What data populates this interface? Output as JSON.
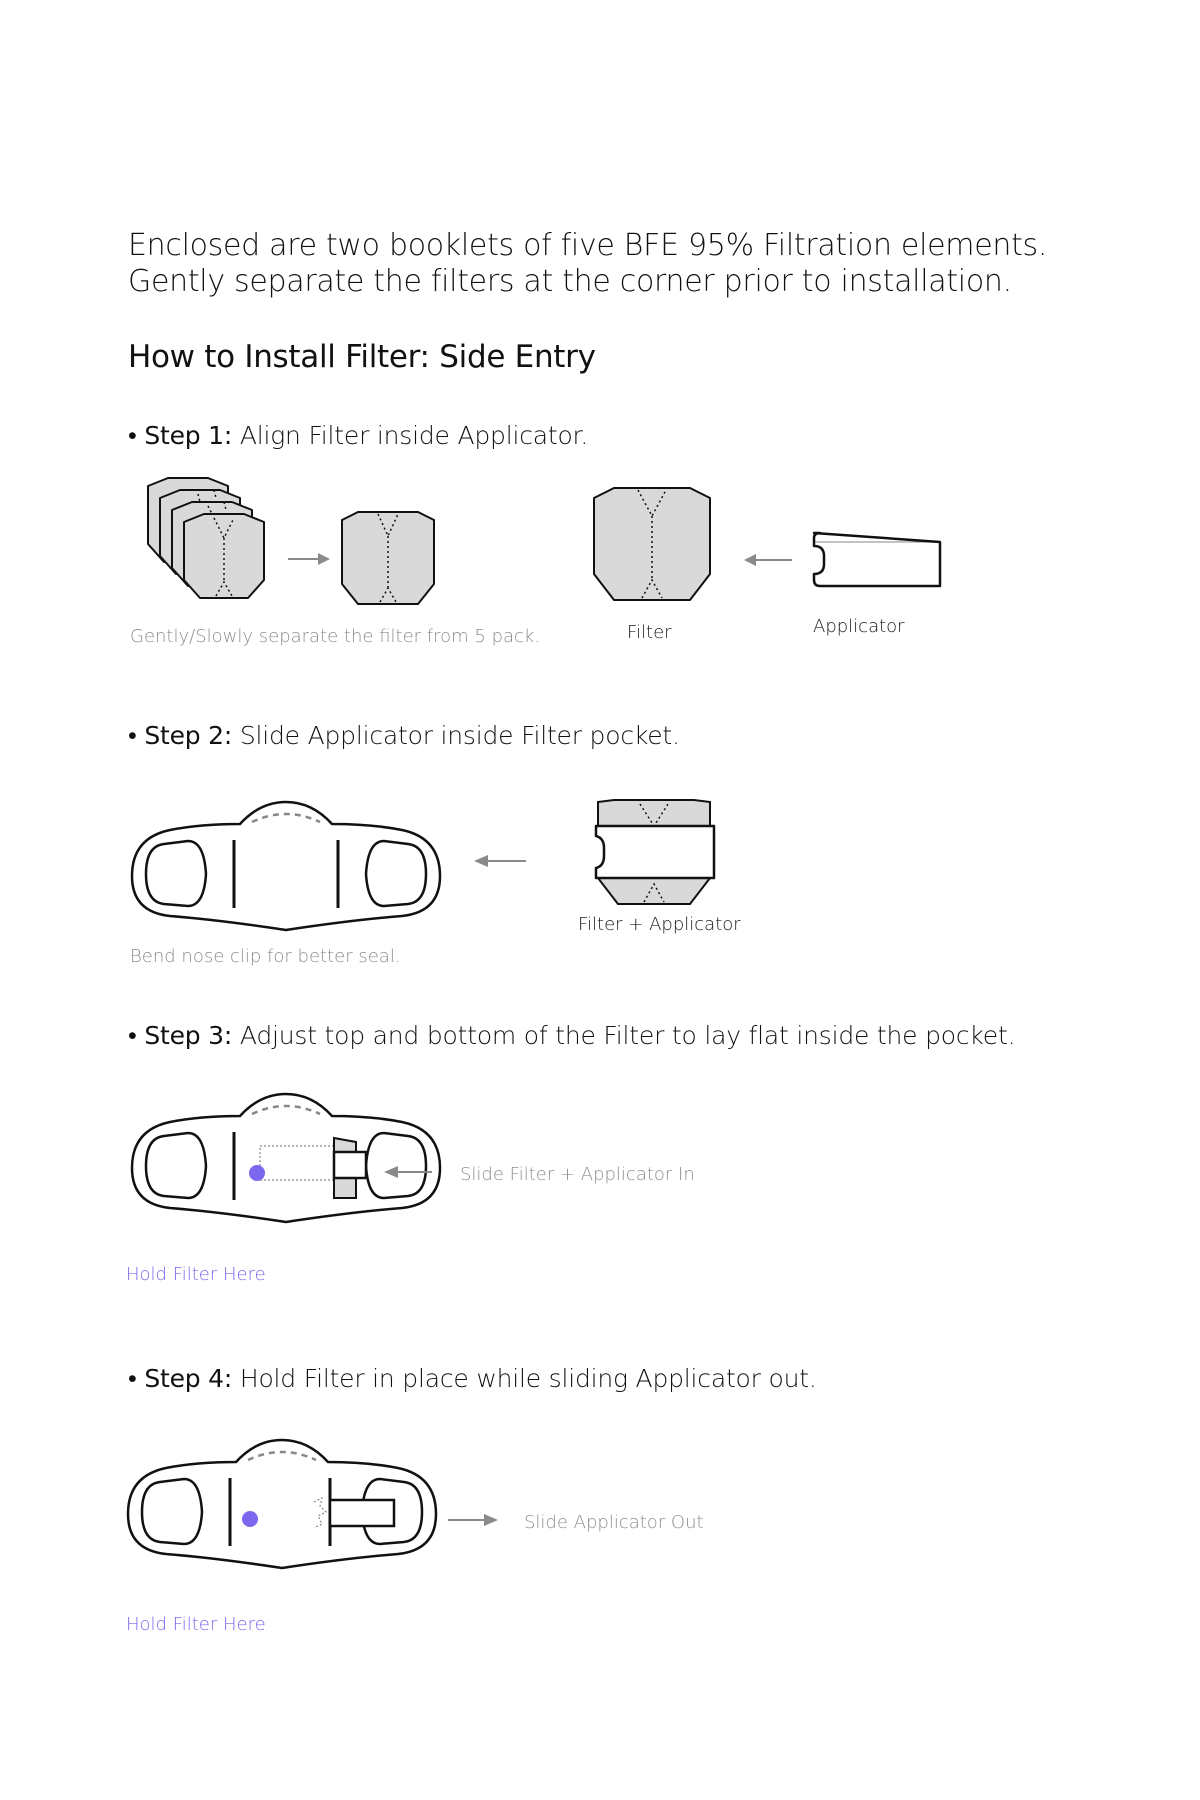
{
  "intro": {
    "line1": "Enclosed are two booklets of five BFE 95% Filtration elements.",
    "line2": "Gently separate the filters at the corner prior to installation."
  },
  "heading": "How to Install Filter: Side Entry",
  "steps": [
    {
      "bullet": "•",
      "label": "Step 1:",
      "text": " Align Filter inside Applicator."
    },
    {
      "bullet": "•",
      "label": "Step 2:",
      "text": " Slide Applicator inside Filter pocket."
    },
    {
      "bullet": "•",
      "label": "Step 3:",
      "text": " Adjust top and bottom of the Filter to lay flat inside the pocket."
    },
    {
      "bullet": "•",
      "label": "Step 4:",
      "text": " Hold Filter in place while sliding Applicator out."
    }
  ],
  "step1": {
    "separate_caption": "Gently/Slowly separate the filter from 5 pack.",
    "filter_label": "Filter",
    "applicator_label": "Applicator"
  },
  "step2": {
    "combo_label": "Filter + Applicator",
    "nose_caption": "Bend nose clip for better seal."
  },
  "step3": {
    "slide_in_caption": "Slide Filter + Applicator In",
    "hold_label": "Hold Filter Here"
  },
  "step4": {
    "slide_out_caption": "Slide Applicator Out",
    "hold_label": "Hold Filter Here"
  },
  "colors": {
    "filter_fill": "#d9d9d9",
    "hold_dot": "#7b68ee",
    "arrow": "#8a8a8a",
    "outline": "#111111"
  },
  "icons": [
    "filter-stack-icon",
    "filter-icon",
    "applicator-icon",
    "mask-icon",
    "arrow-right-icon",
    "arrow-left-icon",
    "hold-dot-icon"
  ]
}
